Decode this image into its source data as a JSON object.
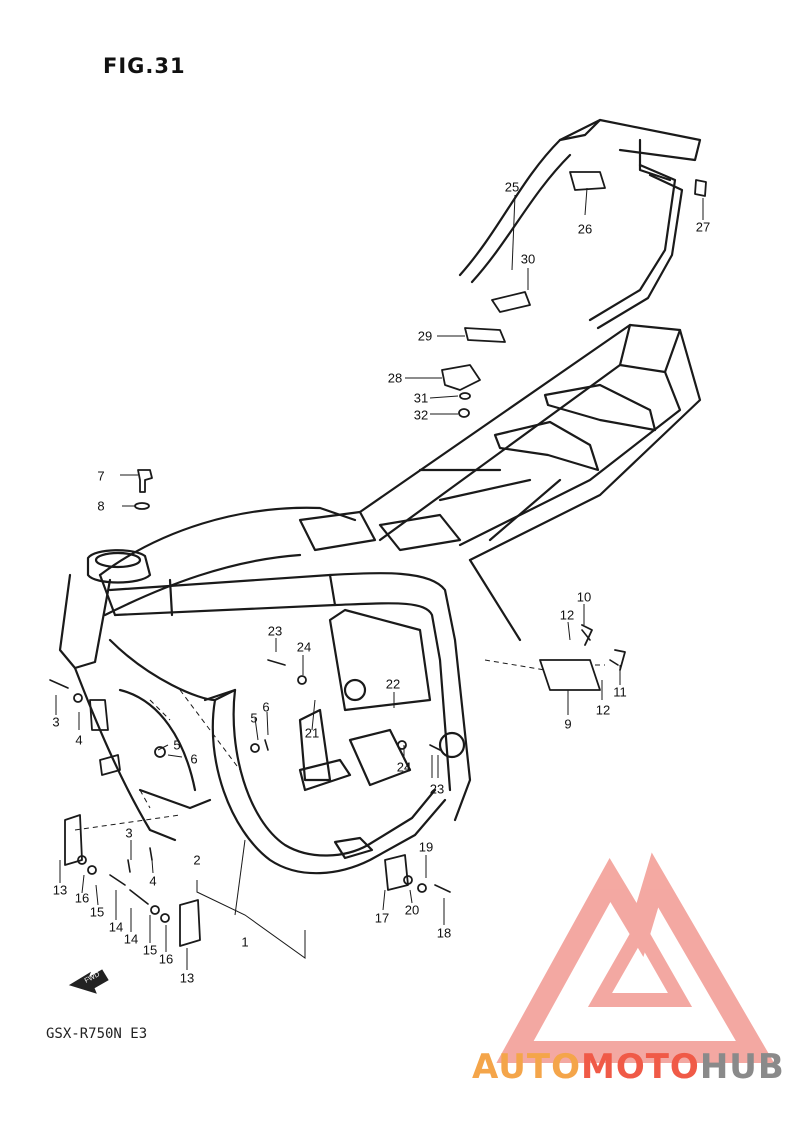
{
  "figure": {
    "title": "FIG.31",
    "model": "GSX-R750N E3",
    "fwd_label": "FWD"
  },
  "callouts": [
    "1",
    "2",
    "3",
    "4",
    "5",
    "6",
    "7",
    "8",
    "9",
    "10",
    "11",
    "12",
    "13",
    "14",
    "15",
    "16",
    "17",
    "18",
    "19",
    "20",
    "21",
    "22",
    "23",
    "24",
    "25",
    "26",
    "27",
    "28",
    "29",
    "30",
    "31",
    "32"
  ],
  "watermark": {
    "part1": "AUTO",
    "part2": "MOTO",
    "part3": "HUB",
    "colors": {
      "orange": "#f4a54a",
      "red": "#f05a47",
      "gray": "#8a8a8a",
      "logo": "#f29a92"
    }
  }
}
